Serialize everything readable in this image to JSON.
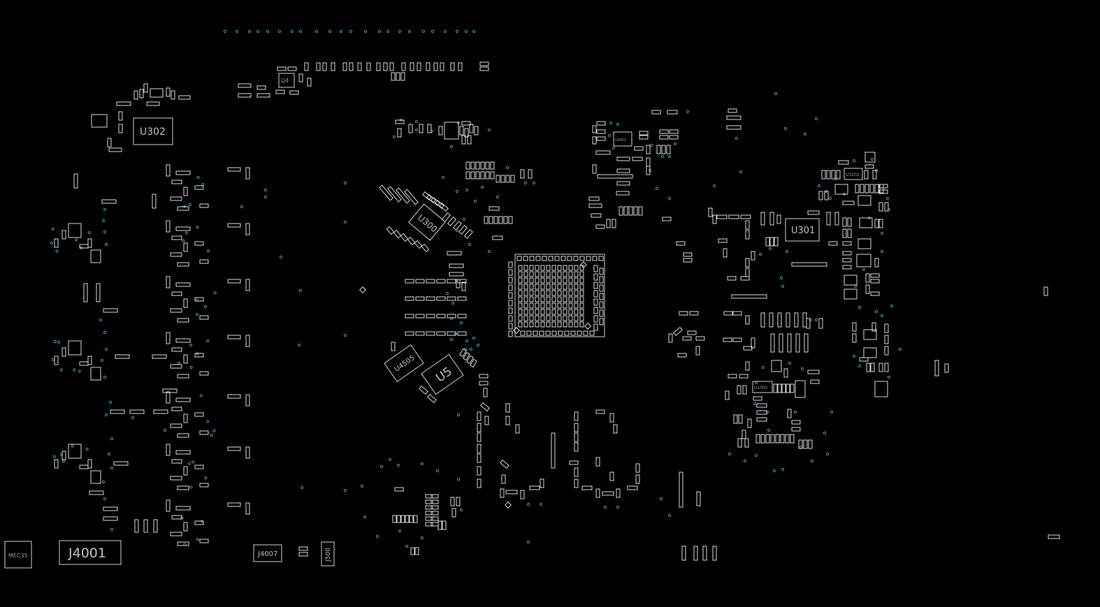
{
  "colors": {
    "background": "#000000",
    "pad": "#d8d8d8",
    "via": "#2aa6b8",
    "label": "#bfbfbf"
  },
  "components": {
    "u302": "U302",
    "u300": "U300",
    "u301": "U301",
    "u5": "U5",
    "u4505": "U4505",
    "j4001": "J4001",
    "j4007": "J4007",
    "j500": "J500",
    "mec35": "MEC35",
    "q4": "Q4",
    "u4801": "U4801",
    "u3202": "U3202",
    "u1005": "U1005"
  }
}
